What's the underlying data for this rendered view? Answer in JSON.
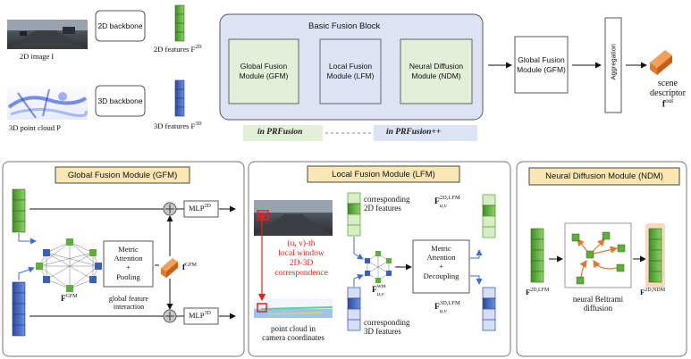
{
  "top": {
    "img2d_caption": "2D image I",
    "pc3d_caption": "3D point cloud P",
    "backbone2d": "2D backbone",
    "backbone3d": "3D backbone",
    "feat2d": "2D features F",
    "feat2d_sup": "2D",
    "feat3d": "3D features F",
    "feat3d_sup": "3D",
    "block_title": "Basic Fusion Block",
    "gfm": "Global Fusion Module (GFM)",
    "lfm": "Local Fusion Module (LFM)",
    "ndm": "Neural Diffusion Module (NDM)",
    "tag_prfusion": "in PRFusion",
    "tag_prfusionpp": "in PRFusion++",
    "gfm_right": "Global Fusion Module (GFM)",
    "aggregation": "Aggregation",
    "scene_desc_l1": "scene",
    "scene_desc_l2": "descriptor",
    "fout": "f",
    "fout_sup": "out"
  },
  "gfm_panel": {
    "title": "Global Fusion Module (GFM)",
    "metric_l1": "Metric",
    "metric_l2": "Attention",
    "metric_l3": "+",
    "metric_l4": "Pooling",
    "mlp2d": "MLP",
    "mlp2d_sup": "2D",
    "mlp3d": "MLP",
    "mlp3d_sup": "3D",
    "fgfm_graph": "F",
    "fgfm_graph_sup": "GFM",
    "fgfm_vec": "f",
    "fgfm_vec_sup": "GFM",
    "interaction_l1": "global feature",
    "interaction_l2": "interaction"
  },
  "lfm_panel": {
    "title": "Local Fusion Module (LFM)",
    "uv_l1": "(u, v)-th",
    "uv_l2": "local window",
    "uv_l3": "2D-3D",
    "uv_l4": "correspondence",
    "pc_l1": "point cloud in",
    "pc_l2": "camera coordinates",
    "corr2d_l1": "corresponding",
    "corr2d_l2": "2D features",
    "corr3d_l1": "corresponding",
    "corr3d_l2": "3D features",
    "fwin": "F",
    "fwin_sup": "win",
    "fwin_sub": "u,v",
    "metric_l1": "Metric",
    "metric_l2": "Attention",
    "metric_l3": "+",
    "metric_l4": "Decoupling",
    "f2d_lfm": "F",
    "f2d_lfm_sup": "2D,LFM",
    "f2d_lfm_sub": "u,v",
    "f3d_lfm": "F",
    "f3d_lfm_sup": "3D,LFM",
    "f3d_lfm_sub": "u,v"
  },
  "ndm_panel": {
    "title": "Neural Diffusion Module (NDM)",
    "in": "F",
    "in_sup": "2D,LFM",
    "out": "F",
    "out_sup": "2D,NDM",
    "caption_l1": "neural Beltrami",
    "caption_l2": "diffusion"
  },
  "colors": {
    "green": "#5fae3a",
    "blue": "#3c5fb8",
    "orange": "#e07a2e",
    "block_bg": "#dde3f4",
    "module_bg": "#e3efd6",
    "gfm_title_bg": "#fbe7b3",
    "ndm_title_bg": "#fbe7b3",
    "lfm_title_bg": "#fbe7b3",
    "red": "#e0241b"
  }
}
